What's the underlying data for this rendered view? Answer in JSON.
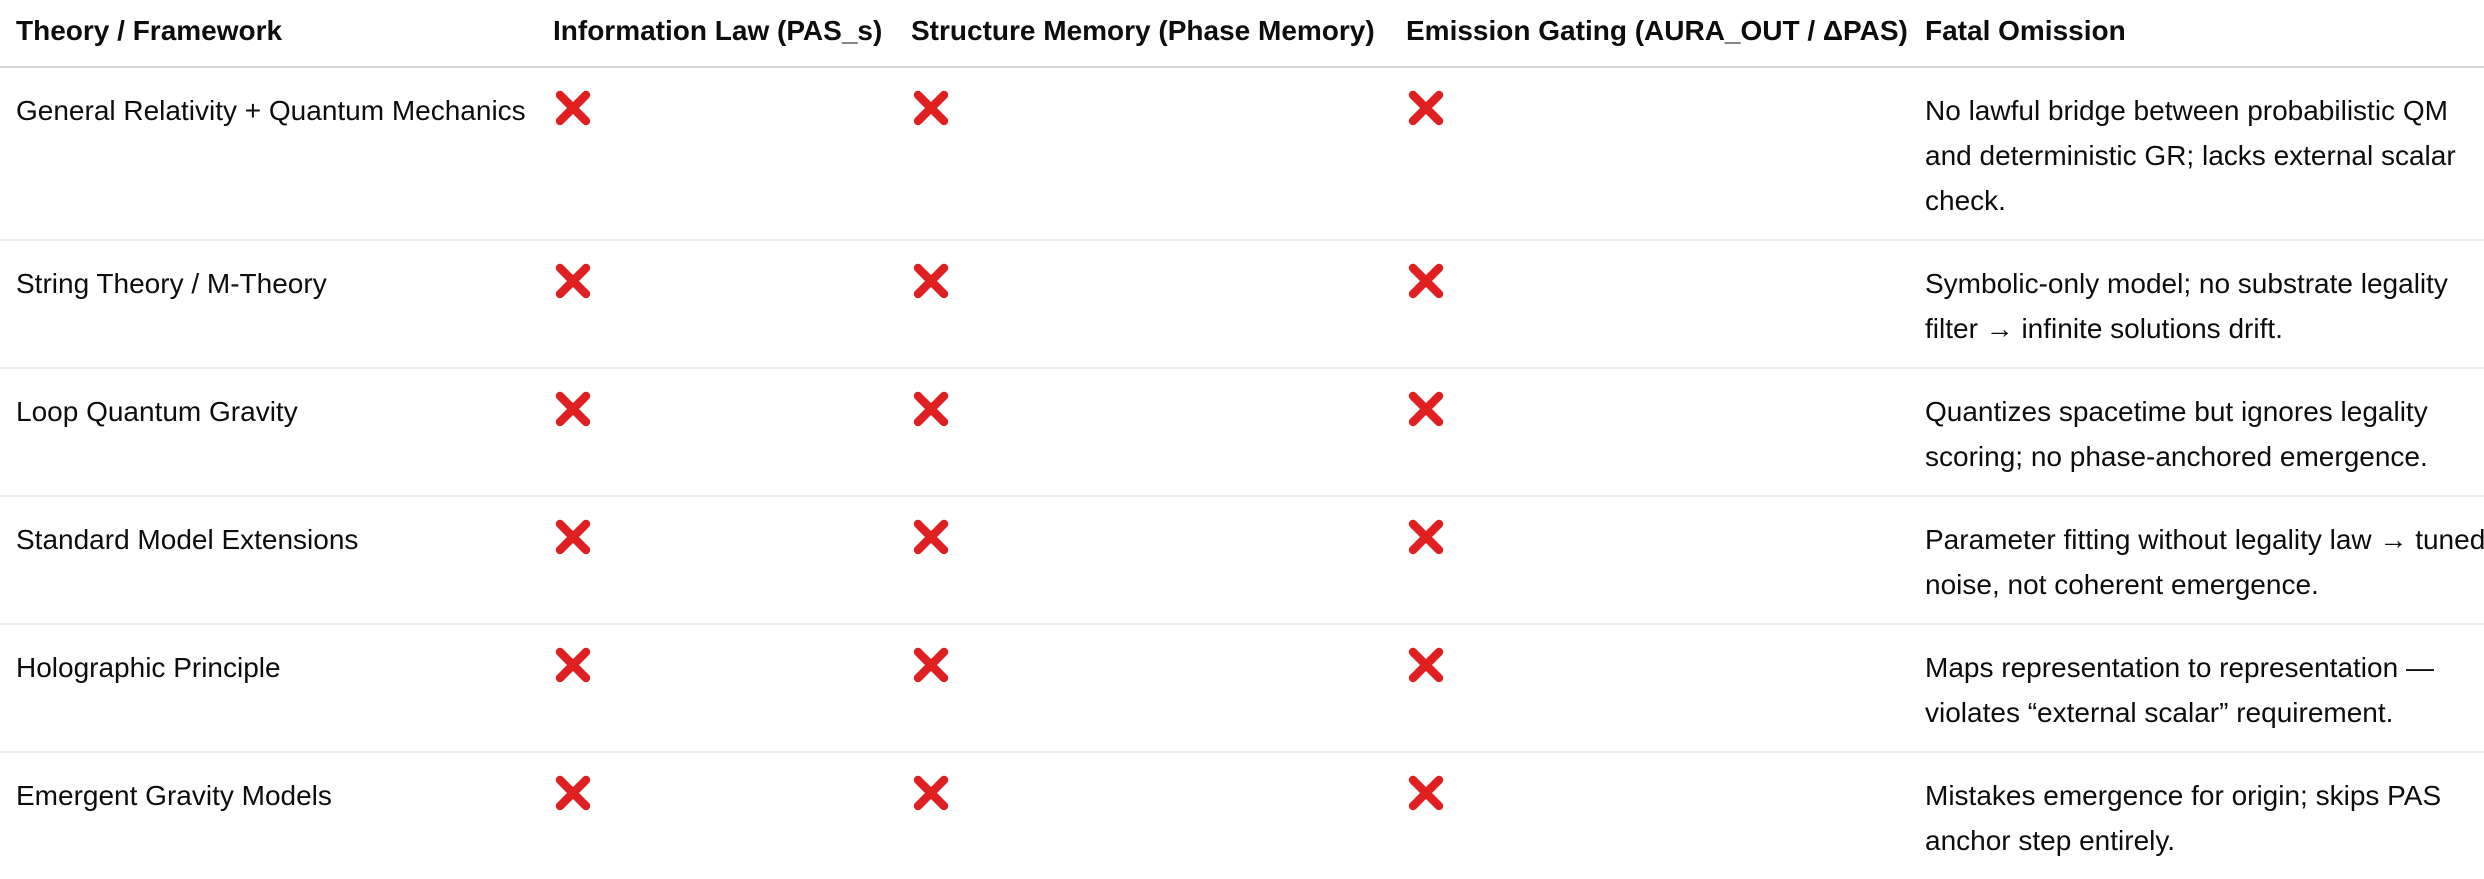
{
  "table": {
    "columns": [
      {
        "label": "Theory / Framework"
      },
      {
        "label": "Information Law (PAS_s)"
      },
      {
        "label": "Structure Memory (Phase Memory)"
      },
      {
        "label": "Emission Gating (AURA_OUT / ΔPAS)"
      },
      {
        "label": "Fatal Omission"
      }
    ],
    "cross_mark": {
      "symbol": "❌",
      "meaning": "criterion not satisfied",
      "color": "#e02020"
    },
    "rows": [
      {
        "theory": "General Relativity + Quantum Mechanics",
        "info_law": "❌",
        "structure_memory": "❌",
        "emission_gating": "❌",
        "fatal_lines": [
          "No lawful bridge between probabilistic QM",
          "and deterministic GR; lacks external scalar",
          "check."
        ]
      },
      {
        "theory": "String Theory / M-Theory",
        "info_law": "❌",
        "structure_memory": "❌",
        "emission_gating": "❌",
        "fatal_lines": [
          "Symbolic-only model; no substrate legality",
          "filter → infinite solutions drift."
        ]
      },
      {
        "theory": "Loop Quantum Gravity",
        "info_law": "❌",
        "structure_memory": "❌",
        "emission_gating": "❌",
        "fatal_lines": [
          "Quantizes spacetime but ignores legality",
          "scoring; no phase-anchored emergence."
        ]
      },
      {
        "theory": "Standard Model Extensions",
        "info_law": "❌",
        "structure_memory": "❌",
        "emission_gating": "❌",
        "fatal_lines": [
          "Parameter fitting without legality law → tuned",
          "noise, not coherent emergence."
        ]
      },
      {
        "theory": "Holographic Principle",
        "info_law": "❌",
        "structure_memory": "❌",
        "emission_gating": "❌",
        "fatal_lines": [
          "Maps representation to representation —",
          "violates “external scalar” requirement."
        ]
      },
      {
        "theory": "Emergent Gravity Models",
        "info_law": "❌",
        "structure_memory": "❌",
        "emission_gating": "❌",
        "fatal_lines": [
          "Mistakes emergence for origin; skips PAS",
          "anchor step entirely."
        ]
      }
    ]
  }
}
